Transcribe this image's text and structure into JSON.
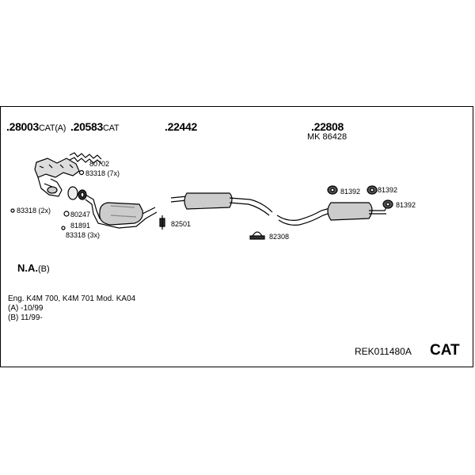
{
  "parts_top": [
    {
      "number": ".28003",
      "suffix": "CAT(A)"
    },
    {
      "number": ".20583",
      "suffix": "CAT"
    },
    {
      "number": ".22442",
      "suffix": ""
    },
    {
      "number": ".22808",
      "suffix": ""
    }
  ],
  "mk_label": "MK  86428",
  "small_parts": {
    "p80702": "80702",
    "p83318_7x": "83318 (7x)",
    "p83318_2x": "83318 (2x)",
    "p80247": "80247",
    "p81891": "81891",
    "p83318_3x": "83318 (3x)",
    "p82501": "82501",
    "p82308": "82308",
    "p81392_a": "81392",
    "p81392_b": "81392",
    "p81392_c": "81392"
  },
  "na_label": "N.A.",
  "na_suffix": "(B)",
  "info_lines": [
    "Eng.  K4M 700,  K4M 701    Mod.  KA04",
    "(A)  -10/99",
    "(B)  11/99-"
  ],
  "reference": "REK011480A",
  "cat_label": "CAT"
}
